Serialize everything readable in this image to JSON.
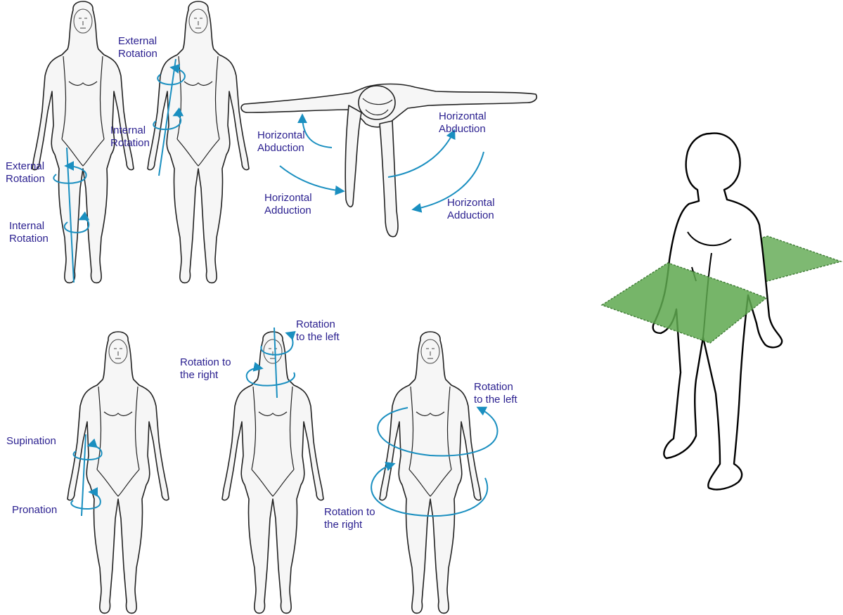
{
  "labels": {
    "ext_rot_upper": [
      "External",
      "Rotation"
    ],
    "int_rot_upper": [
      "Internal",
      "Rotation"
    ],
    "ext_rot_leg": [
      "External",
      "Rotation"
    ],
    "int_rot_leg": [
      "Internal",
      "Rotation"
    ],
    "horiz_abd_left": [
      "Horizontal",
      "Abduction"
    ],
    "horiz_abd_right": [
      "Horizontal",
      "Abduction"
    ],
    "horiz_add_left": [
      "Horizontal",
      "Adduction"
    ],
    "horiz_add_right": [
      "Horizontal",
      "Adduction"
    ],
    "supination": "Supination",
    "pronation": "Pronation",
    "head_rot_right": [
      "Rotation to",
      "the right"
    ],
    "head_rot_left": [
      "Rotation",
      "to the left"
    ],
    "trunk_rot_left": [
      "Rotation",
      "to the left"
    ],
    "trunk_rot_right": [
      "Rotation to",
      "the right"
    ]
  },
  "colors": {
    "label_text": "#2a1f8f",
    "arrow": "#1a8fc0",
    "plane_fill": "#5ea84f"
  }
}
